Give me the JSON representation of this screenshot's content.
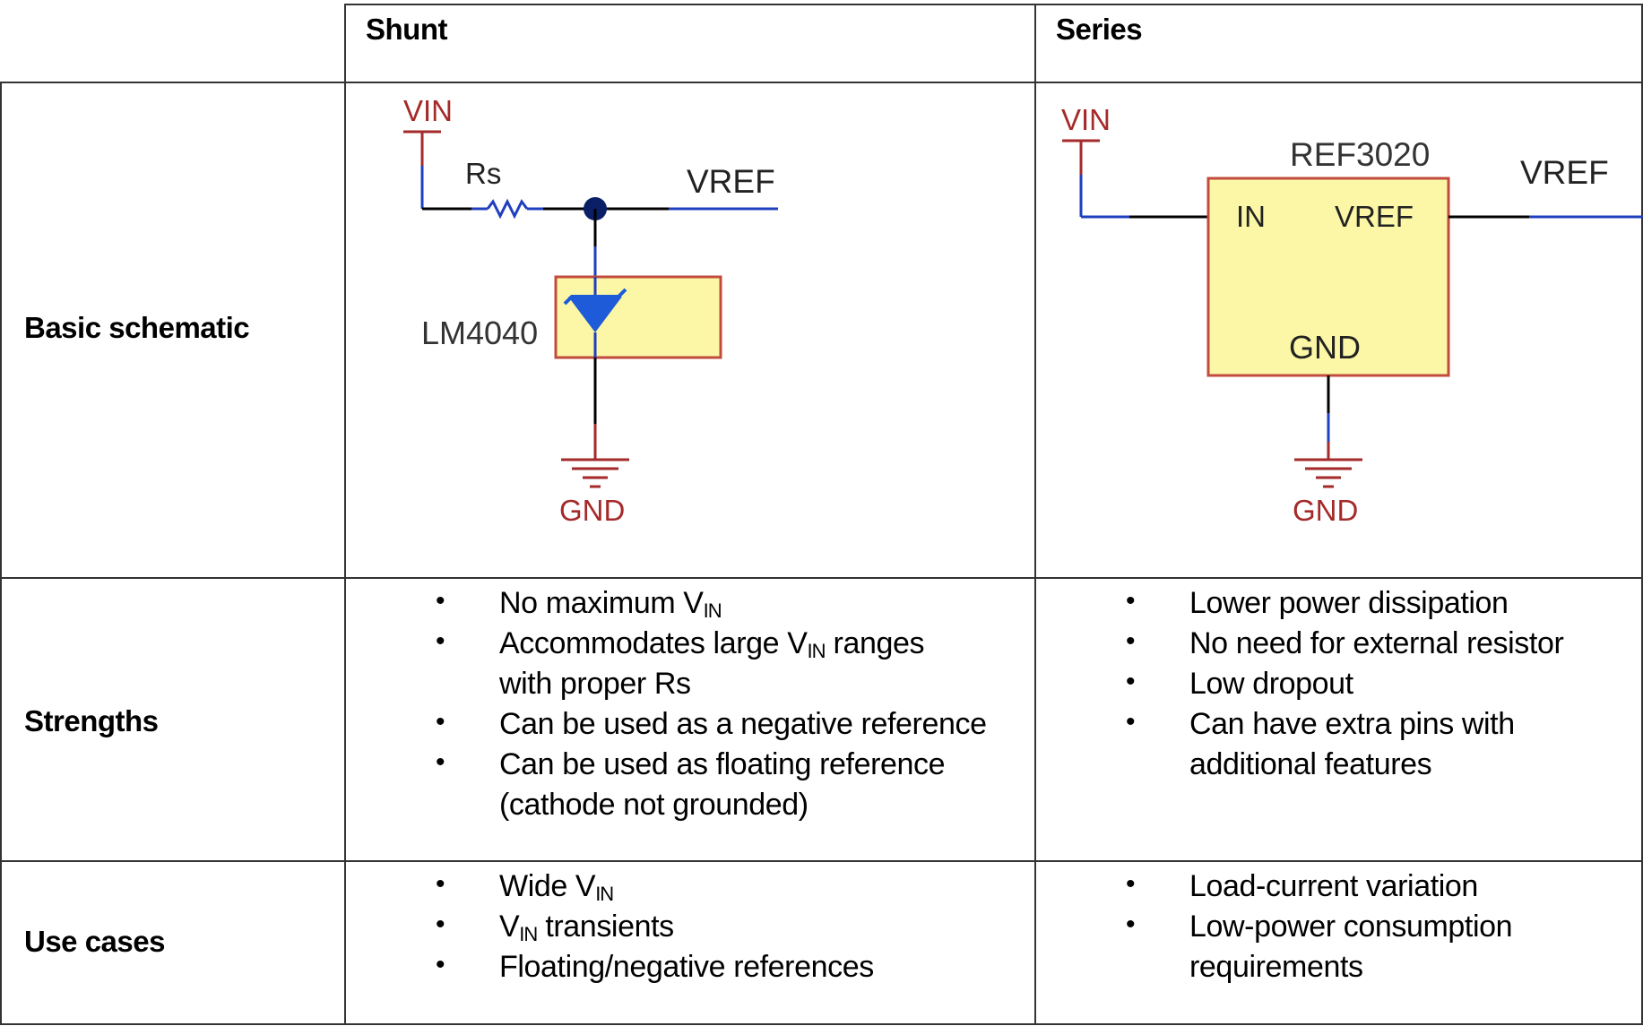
{
  "table": {
    "headers": {
      "corner": "",
      "shunt": "Shunt",
      "series": "Series"
    },
    "rows": {
      "schematic": {
        "label": "Basic schematic"
      },
      "strengths": {
        "label": "Strengths"
      },
      "use_cases": {
        "label": "Use cases"
      }
    }
  },
  "shunt_schematic": {
    "vin": "VIN",
    "resistor": "Rs",
    "vref": "VREF",
    "device": "LM4040",
    "gnd": "GND"
  },
  "series_schematic": {
    "vin": "VIN",
    "device": "REF3020",
    "pin_in": "IN",
    "pin_vref": "VREF",
    "pin_gnd": "GND",
    "vref": "VREF",
    "gnd": "GND"
  },
  "shunt_strengths": [
    {
      "lines": [
        {
          "pre": "No maximum V",
          "sub": "IN",
          "post": ""
        }
      ]
    },
    {
      "lines": [
        {
          "pre": "Accommodates large V",
          "sub": "IN",
          "post": " ranges"
        },
        {
          "pre": "with proper Rs",
          "sub": "",
          "post": ""
        }
      ]
    },
    {
      "lines": [
        {
          "pre": "Can be used as a negative reference",
          "sub": "",
          "post": ""
        }
      ]
    },
    {
      "lines": [
        {
          "pre": "Can be used as floating reference",
          "sub": "",
          "post": ""
        },
        {
          "pre": "(cathode not grounded)",
          "sub": "",
          "post": ""
        }
      ]
    }
  ],
  "series_strengths": [
    {
      "lines": [
        {
          "pre": "Lower power dissipation",
          "sub": "",
          "post": ""
        }
      ]
    },
    {
      "lines": [
        {
          "pre": "No need for external resistor",
          "sub": "",
          "post": ""
        }
      ]
    },
    {
      "lines": [
        {
          "pre": "Low dropout",
          "sub": "",
          "post": ""
        }
      ]
    },
    {
      "lines": [
        {
          "pre": "Can have extra pins with",
          "sub": "",
          "post": ""
        },
        {
          "pre": "additional features",
          "sub": "",
          "post": ""
        }
      ]
    }
  ],
  "shunt_use_cases": [
    {
      "lines": [
        {
          "pre": "Wide V",
          "sub": "IN",
          "post": ""
        }
      ]
    },
    {
      "lines": [
        {
          "pre": "V",
          "sub": "IN",
          "post": " transients"
        }
      ]
    },
    {
      "lines": [
        {
          "pre": "Floating/negative references",
          "sub": "",
          "post": ""
        }
      ]
    }
  ],
  "series_use_cases": [
    {
      "lines": [
        {
          "pre": "Load-current variation",
          "sub": "",
          "post": ""
        }
      ]
    },
    {
      "lines": [
        {
          "pre": "Low-power consumption",
          "sub": "",
          "post": ""
        },
        {
          "pre": "requirements",
          "sub": "",
          "post": ""
        }
      ]
    }
  ],
  "colors": {
    "power_label": "#a52a2a",
    "wire_blue": "#1f3fbf",
    "wire_black": "#000000",
    "ic_fill": "#fbf7a6",
    "ic_border": "#c24b3e",
    "zener": "#1e5bd8",
    "junction": "#0b1f66"
  }
}
